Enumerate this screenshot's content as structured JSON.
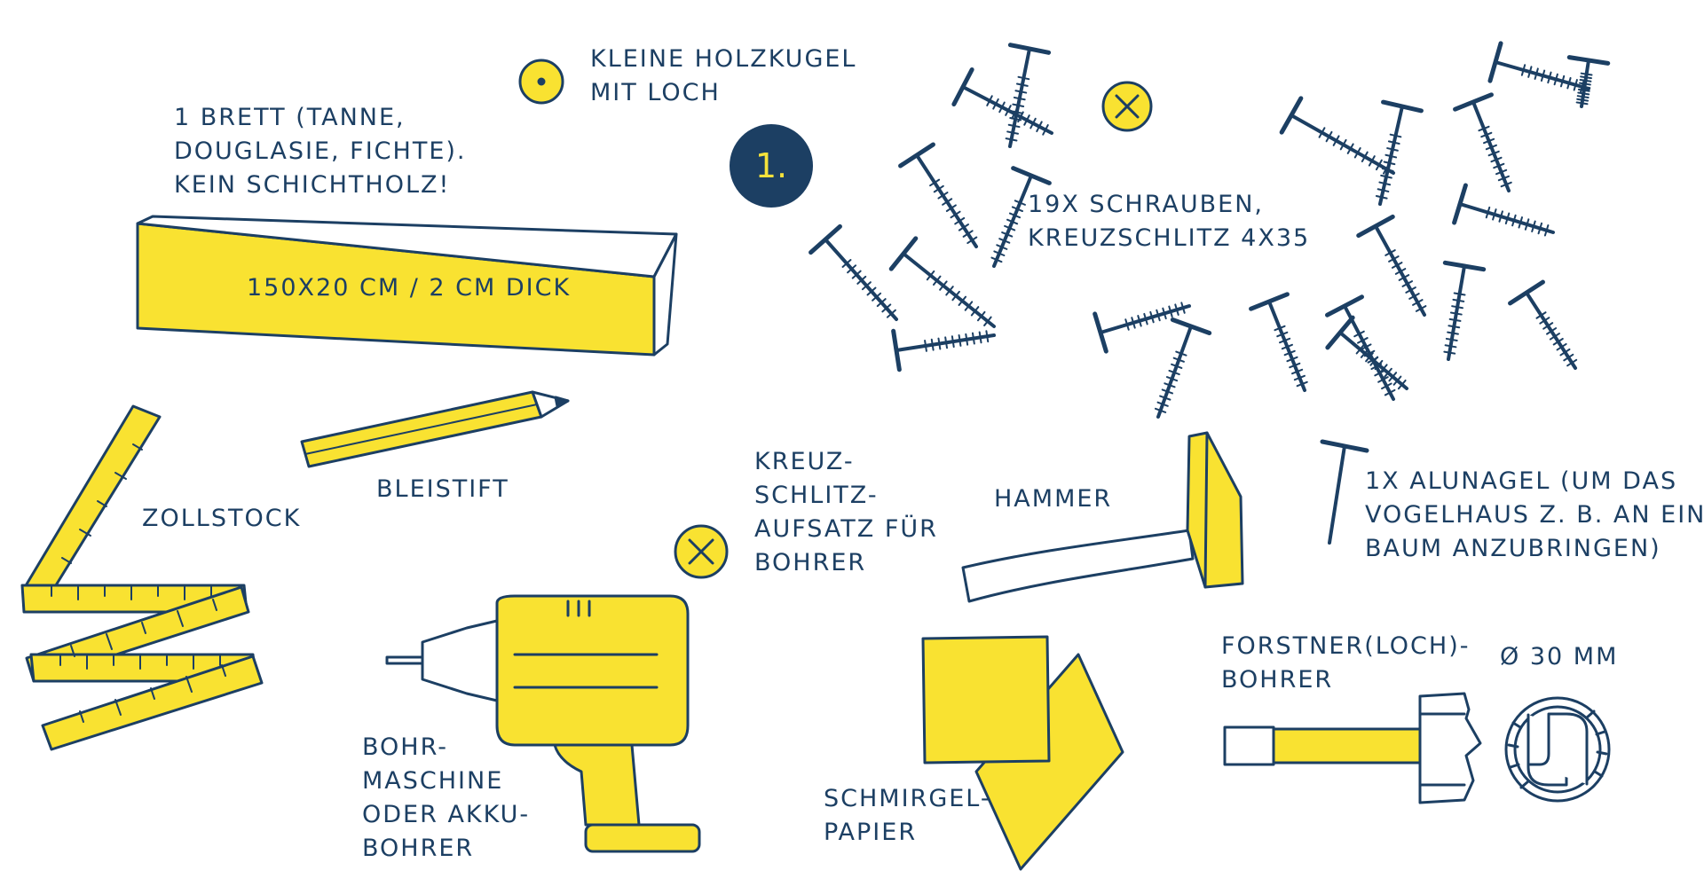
{
  "step_number": "1.",
  "colors": {
    "navy": "#1c3f63",
    "yellow": "#f9e231",
    "white": "#ffffff"
  },
  "items": {
    "board": {
      "lines": [
        "1 Brett (Tanne,",
        "Douglasie, Fichte).",
        "Kein Schichtholz!"
      ],
      "dimension": "150x20 cm / 2 cm dick"
    },
    "ball": {
      "lines": [
        "Kleine Holzkugel",
        "mit Loch"
      ]
    },
    "screws": {
      "lines": [
        "19x Schrauben,",
        "Kreuzschlitz 4x35"
      ]
    },
    "ruler": {
      "label": "Zollstock"
    },
    "pencil": {
      "label": "Bleistift"
    },
    "bit": {
      "lines": [
        "Kreuz-",
        "schlitz-",
        "aufsatz für",
        "Bohrer"
      ]
    },
    "hammer": {
      "label": "Hammer"
    },
    "nail": {
      "lines": [
        "1x Alunagel (um das",
        "Vogelhaus z. B. an einem",
        "Baum anzubringen)"
      ]
    },
    "drill": {
      "lines": [
        "Bohr-",
        "maschine",
        "oder Akku-",
        "bohrer"
      ]
    },
    "sandpaper": {
      "lines": [
        "Schmirgel-",
        "papier"
      ]
    },
    "forstner": {
      "lines": [
        "Forstner(Loch)-",
        "bohrer"
      ],
      "diameter": "ø 30 mm"
    }
  }
}
